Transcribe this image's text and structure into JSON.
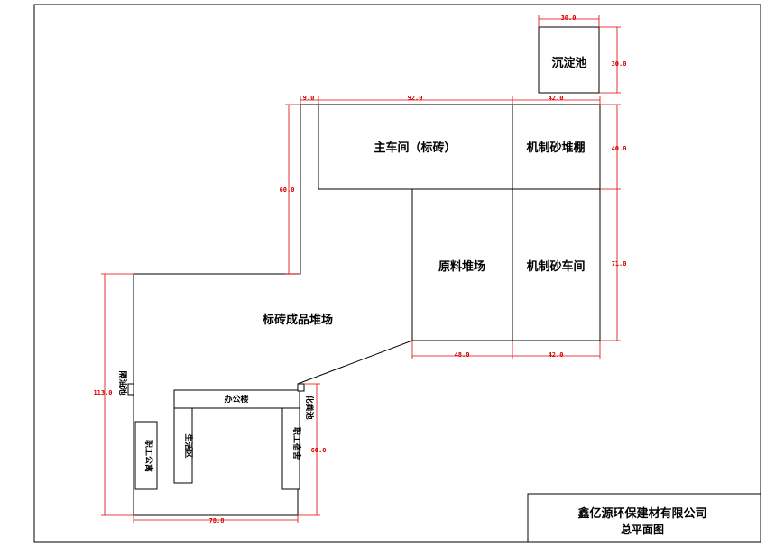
{
  "rooms": {
    "sediment_pool": "沉淀池",
    "main_workshop": "主车间（标砖）",
    "sand_shed": "机制砂堆棚",
    "raw_material_yard": "原料堆场",
    "sand_workshop": "机制砂车间",
    "finished_yard": "标砖成品堆场",
    "office_building": "办公楼",
    "living_area": "生活区",
    "staff_apartment": "职工公寓",
    "staff_dormitory": "职工宿舍",
    "septic_tank": "化粪池",
    "grease_trap": "隔油池"
  },
  "dimensions": {
    "pool_width": "30.0",
    "pool_height": "30.0",
    "gap": "9.0",
    "main_width": "92.0",
    "shed_width": "42.0",
    "shed_height": "40.0",
    "left_height": "60.0",
    "right_height": "71.0",
    "raw_width": "48.0",
    "bottom_right_width": "42.0",
    "site_height": "113.0",
    "site_width": "78.8",
    "office_side": "60.0"
  },
  "title_block": {
    "company": "鑫亿源环保建材有限公司",
    "drawing": "总平面图"
  }
}
